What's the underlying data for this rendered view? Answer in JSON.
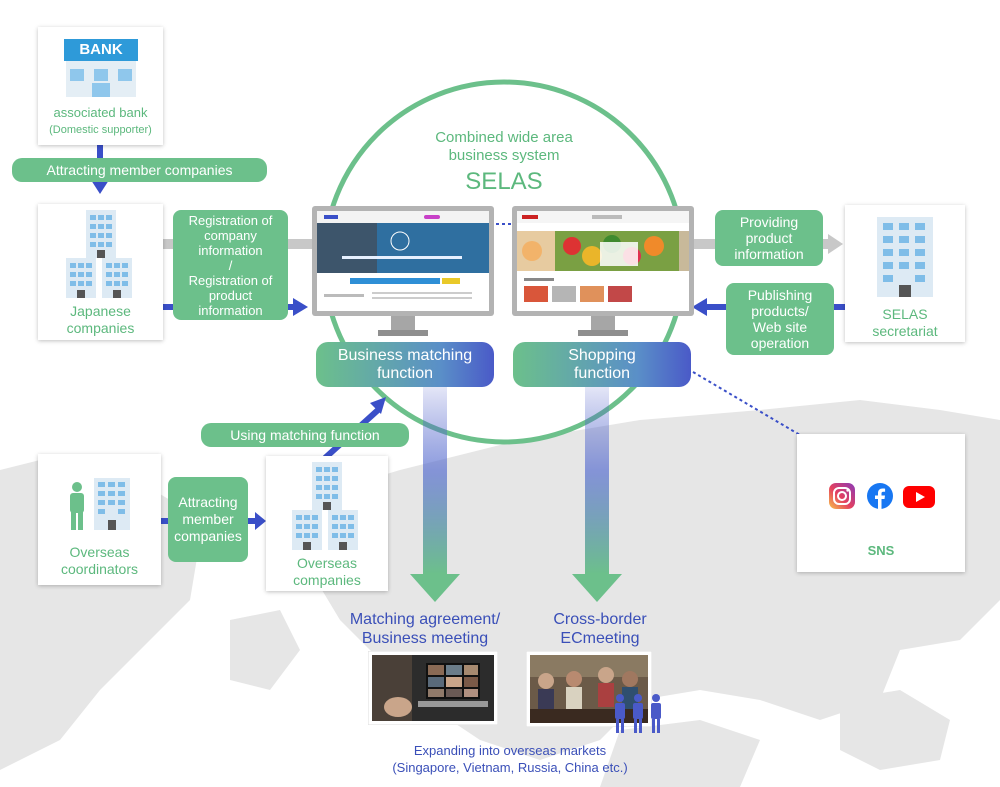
{
  "bank": {
    "sign": "BANK",
    "label": "associated bank",
    "sublabel": "(Domestic supporter)"
  },
  "attract_members_top": "Attracting member companies",
  "japanese_companies": {
    "line1": "Japanese",
    "line2": "companies"
  },
  "registration": {
    "l1": "Registration of",
    "l2": "company",
    "l3": "information",
    "l4": "/",
    "l5": "Registration of",
    "l6": "product",
    "l7": "information"
  },
  "selas": {
    "subtitle1": "Combined wide area",
    "subtitle2": "business system",
    "title": "SELAS"
  },
  "providing": {
    "l1": "Providing",
    "l2": "product",
    "l3": "information"
  },
  "publishing": {
    "l1": "Publishing",
    "l2": "products/",
    "l3": "Web site",
    "l4": "operation"
  },
  "secretariat": {
    "line1": "SELAS",
    "line2": "secretariat"
  },
  "business_matching": {
    "line1": "Business matching",
    "line2": "function"
  },
  "shopping": {
    "line1": "Shopping",
    "line2": "function"
  },
  "using_matching": "Using matching function",
  "overseas_coordinators": {
    "line1": "Overseas",
    "line2": "coordinators"
  },
  "attract_members_mid": {
    "l1": "Attracting",
    "l2": "member",
    "l3": "companies"
  },
  "overseas_companies": {
    "line1": "Overseas",
    "line2": "companies"
  },
  "sns": {
    "label": "SNS",
    "icons": [
      "instagram-icon",
      "facebook-icon",
      "youtube-icon"
    ]
  },
  "matching_agreement": {
    "line1": "Matching agreement/",
    "line2": "Business meeting"
  },
  "crossborder": {
    "line1": "Cross-border",
    "line2": "ECmeeting"
  },
  "expanding": {
    "line1": "Expanding into overseas markets",
    "line2": "(Singapore, Vietnam, Russia, China etc.)"
  },
  "colors": {
    "green": "#6cc08b",
    "blue": "#3a4fb8",
    "grey": "#c8c8c8",
    "map": "#e8e8e8"
  }
}
